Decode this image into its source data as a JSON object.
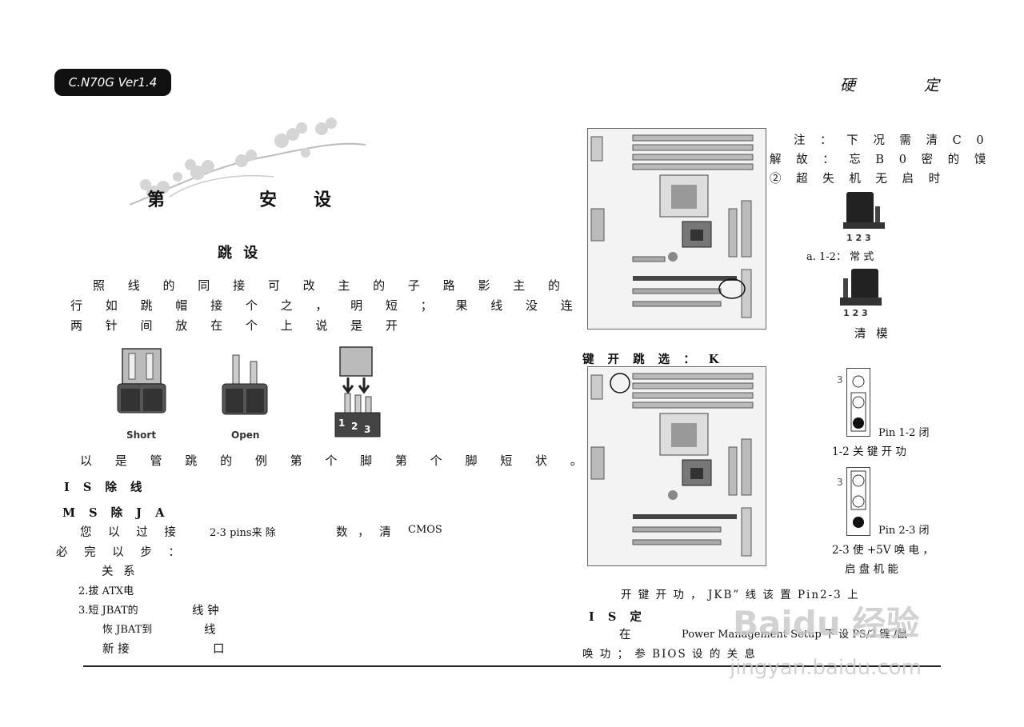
{
  "header": {
    "badge": "C.N70G  Ver1.4",
    "right_title": "硬  定"
  },
  "chapter": {
    "chars": [
      "第",
      "安",
      "设"
    ]
  },
  "section_title": "跳  设",
  "intro": [
    "照  线  的  同  接  可  改  主  的  子  路  影  主  的",
    "行  如  跳  帽  接  个  之  ，  明  短  ；  果  线  没  连",
    "两  针  间  放  在  个  上  说  是  开"
  ],
  "jumper_labels": {
    "short": "Short",
    "open": "Open",
    "pins": [
      "1",
      "2",
      "3"
    ]
  },
  "caption_line": "以  是    管  跳  的  例  第  个  脚  第  个  脚  短  状  。",
  "left_headings": {
    "h1": "I S  除  线",
    "h2": "M S  除  J A"
  },
  "clear_para": {
    "l1a": "您  以  过  接",
    "l1b": "2-3 pins来  除",
    "l1c": "数 ， 清",
    "l1d": "CMOS",
    "l2": "必  完  以  步  ："
  },
  "steps": [
    "关  系",
    "2.拔    ATX电",
    "3.短    JBAT的",
    "线      钟",
    "恢    JBAT到",
    "线",
    "新    接",
    "口"
  ],
  "right_note": [
    "注  ：  下  况  需  清  C 0",
    "解  故  ：  忘  B 0 密  的  馍",
    "②  超  失  机  无  启  时"
  ],
  "jbat_labels": {
    "pins": "1  2  3",
    "a12": "a. 1-2：    常    式",
    "clear": "清    模"
  },
  "kb_heading": "键  开  跳  选  ：  K",
  "pin12": {
    "num3": "3",
    "label": "Pin 1-2 闭",
    "desc": "1-2 关    键    开    功"
  },
  "pin23": {
    "num3": "3",
    "label": "Pin 2-3 闭",
    "desc1": "2-3 使     +5V 唤     电      ，",
    "desc2": "启    盘    机    能"
  },
  "kb_note": "开    键    开    功    ，  JKB”    线    该    置    Pin2-3 上",
  "ps2_heading": "I S  定",
  "ps2_para": {
    "l1a": "在",
    "l1b": "Power Management Setup 下    设    PS/2 键    /鼠",
    "l2": "唤    功  ；  参    BIOS 设    的    关    息"
  },
  "watermark": {
    "brand": "Baidu 经验",
    "url": "jingyan.baidu.com"
  }
}
